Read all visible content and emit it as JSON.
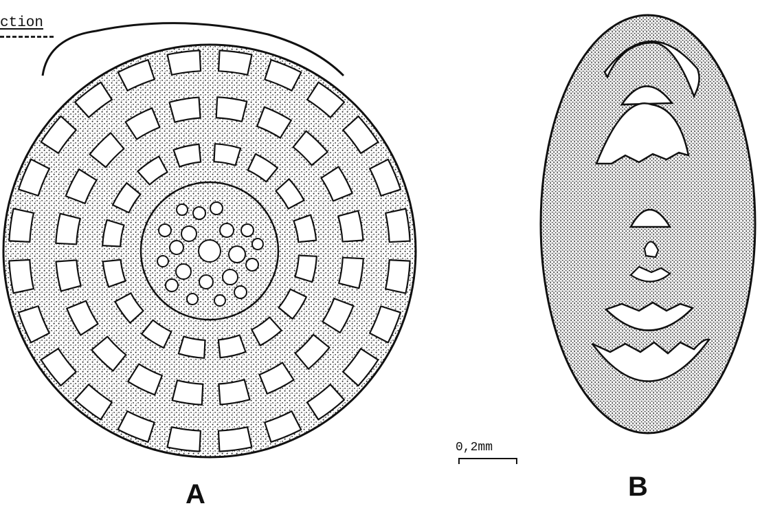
{
  "labels": {
    "corner_text": "ction",
    "scale": "0,2mm",
    "figure_a": "A",
    "figure_b": "B"
  },
  "colors": {
    "ink": "#111111",
    "background": "#ffffff"
  }
}
